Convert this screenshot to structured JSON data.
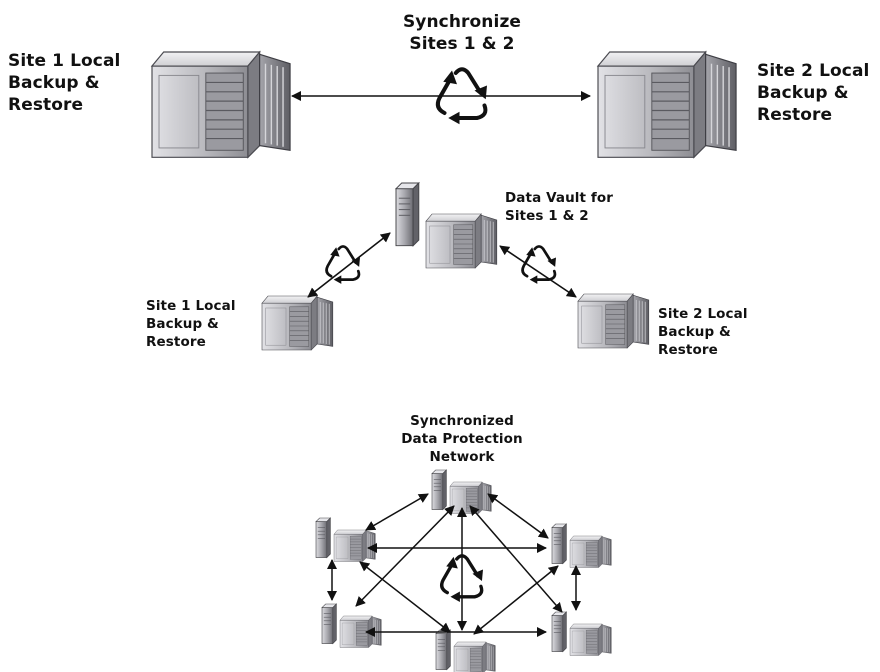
{
  "panel1": {
    "site1_label": [
      "Site 1 Local",
      "Backup &",
      "Restore"
    ],
    "site2_label": [
      "Site 2 Local",
      "Backup &",
      "Restore"
    ],
    "sync_label": [
      "Synchronize",
      "Sites 1 & 2"
    ]
  },
  "panel2": {
    "vault_label": [
      "Data Vault for",
      "Sites 1 & 2"
    ],
    "site1_label": [
      "Site 1 Local",
      "Backup &",
      "Restore"
    ],
    "site2_label": [
      "Site 2 Local",
      "Backup &",
      "Restore"
    ]
  },
  "panel3": {
    "network_label": [
      "Synchronized",
      "Data Protection",
      "Network"
    ]
  },
  "icons": {
    "server": "server-cabinet-icon",
    "tower": "tower-server-icon",
    "sync": "sync-recycle-icon",
    "arrow": "double-headed-arrow"
  },
  "colors": {
    "ink": "#111111",
    "cabinet_light": "#c8c8cc",
    "cabinet_dark": "#6e6e74"
  }
}
